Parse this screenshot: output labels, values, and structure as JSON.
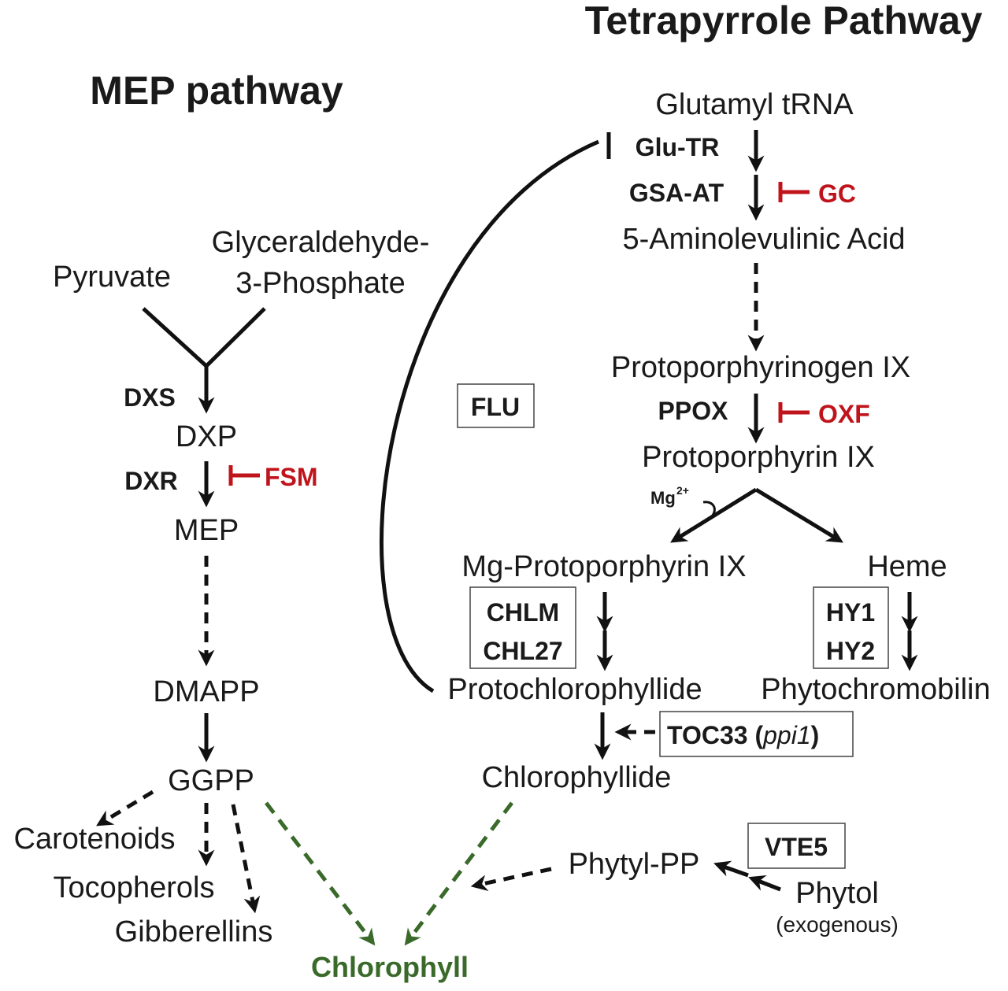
{
  "titles": {
    "tetrapyrrole": "Tetrapyrrole Pathway",
    "mep": "MEP pathway"
  },
  "mep": {
    "pyruvate": "Pyruvate",
    "g3p_line1": "Glyceraldehyde-",
    "g3p_line2": "3-Phosphate",
    "dxs": "DXS",
    "dxp": "DXP",
    "dxr": "DXR",
    "fsm": "FSM",
    "mep": "MEP",
    "dmapp": "DMAPP",
    "ggpp": "GGPP",
    "carotenoids": "Carotenoids",
    "tocopherols": "Tocopherols",
    "gibberellins": "Gibberellins"
  },
  "tetrapyrrole": {
    "glutamyl_trna": "Glutamyl tRNA",
    "glu_tr": "Glu-TR",
    "gsa_at": "GSA-AT",
    "gc": "GC",
    "ala": "5-Aminolevulinic Acid",
    "flu": "FLU",
    "protoporphyrinogen": "Protoporphyrinogen IX",
    "ppox": "PPOX",
    "oxf": "OXF",
    "protoporphyrin": "Protoporphyrin IX",
    "mg": "Mg",
    "mg_charge": "2+",
    "mg_proto": "Mg-Protoporphyrin IX",
    "heme": "Heme",
    "chlm": "CHLM",
    "chl27": "CHL27",
    "hy1": "HY1",
    "hy2": "HY2",
    "protochlorophyllide": "Protochlorophyllide",
    "phytochromobilin": "Phytochromobilin",
    "toc33": "TOC33",
    "toc33_open": "(",
    "ppi1": "ppi1",
    "toc33_close": ")",
    "chlorophyllide": "Chlorophyllide",
    "vte5": "VTE5",
    "phytyl_pp": "Phytyl-PP",
    "phytol": "Phytol",
    "exogenous": "(exogenous)"
  },
  "product": {
    "chlorophyll": "Chlorophyll"
  },
  "colors": {
    "inhibitor": "#c0141c",
    "chlorophyll_branch": "#3a6a2a",
    "line": "#111111"
  }
}
